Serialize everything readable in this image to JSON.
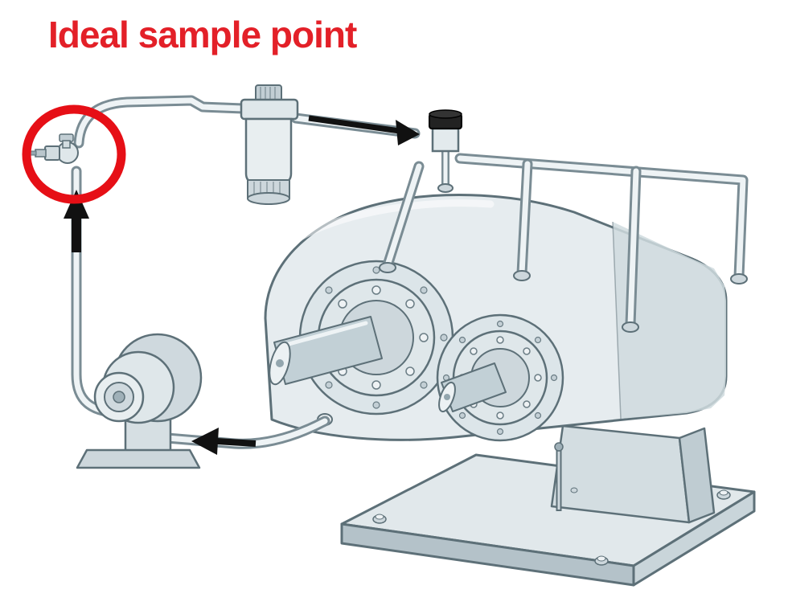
{
  "title": {
    "text": "Ideal sample point"
  },
  "colors": {
    "title_red": "#e32028",
    "highlight_red": "#e60f16",
    "outline": "#5d7078",
    "metal_light": "#e6ecef",
    "metal_mid": "#cfdade",
    "metal_dark": "#b4c2c9",
    "pipe_outer": "#7a8c94",
    "pipe_inner": "#eef3f5",
    "arrow_black": "#111111",
    "background": "#ffffff"
  },
  "icons": {
    "sample_point_highlight": "red-ellipse-outline",
    "flow_up_arrow": "solid-black-up-arrow",
    "flow_right_arrow": "solid-black-right-arrow",
    "flow_left_arrow": "solid-black-left-arrow"
  }
}
